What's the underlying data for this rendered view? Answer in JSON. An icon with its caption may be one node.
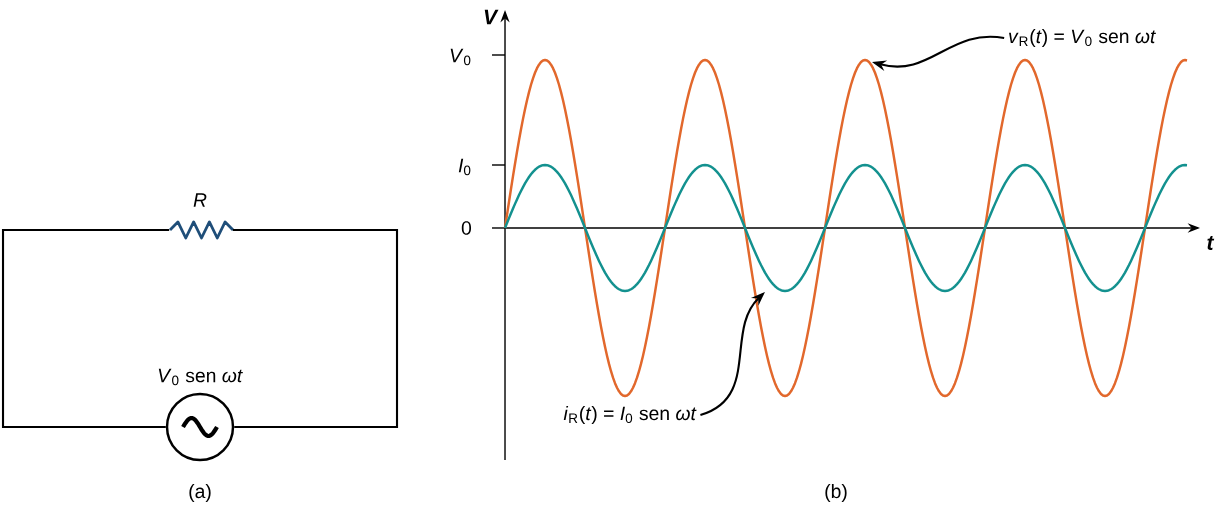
{
  "diagram": {
    "nodes": [
      {
        "text": [],
        "shape": "picture",
        "beside": [
          "*R*"
        ]
      },
      {
        "text": [],
        "shape": "circle",
        "beside": [
          "*V*$_{0}$ sen *ωt*"
        ]
      },
      {
        "text": [
          "*v*$_{R}$(*t*) = *V*$_{0}$ sen *ωt*"
        ]
      },
      {
        "text": [
          "*i*$_{R}$(*t*) = *I*$_{0}$ sen *ωt*"
        ]
      }
    ],
    "edges": [
      {
        "from": 0,
        "to": 1,
        "arrow": "none"
      },
      {
        "from": 0,
        "to": 1,
        "arrow": "none"
      },
      {
        "from": 2,
        "to": null,
        "arrow": "to"
      },
      {
        "from": 3,
        "to": null,
        "arrow": "to"
      }
    ],
    "labels": [
      "V",
      "*V*$_{0}$",
      "*I*$_{0}$",
      "0",
      "t",
      "(a)",
      "(b)"
    ]
  }
}
